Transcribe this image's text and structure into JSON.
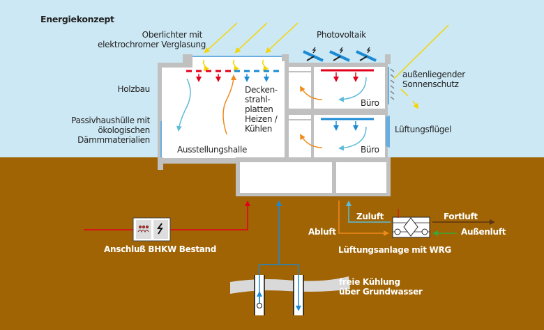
{
  "title": "Energiekonzept",
  "labels": {
    "oberlichter": [
      "Oberlichter mit",
      "elektrochromer Verglasung"
    ],
    "photovoltaik": "Photovoltaik",
    "sonnenschutz": [
      "außenliegender",
      "Sonnenschutz"
    ],
    "holzbau": "Holzbau",
    "passivhaus": [
      "Passivhaushülle mit",
      "ökologischen",
      "Dämmmaterialien"
    ],
    "deckenstrahlplatten": [
      "Decken-",
      "strahl-",
      "platten",
      "Heizen /",
      "Kühlen"
    ],
    "buero_oben": "Büro",
    "buero_unten": "Büro",
    "ausstellungshalle": "Ausstellungshalle",
    "lueftungsfluegel": "Lüftungsflügel",
    "bhkw": "Anschluß BHKW Bestand",
    "zuluft": "Zuluft",
    "abluft": "Abluft",
    "fortluft": "Fortluft",
    "aussenluft": "Außenluft",
    "lueftungsanlage": "Lüftungsanlage mit WRG",
    "kuehlung": [
      "freie Kühlung",
      "über Grundwasser"
    ]
  },
  "icons": {
    "bhkw_left": "chp-unit-icon",
    "bhkw_right": "electricity-bolt-icon",
    "pv": "lightning-bolt-icon",
    "heat_exchanger": "heat-recovery-icon",
    "pump": "pump-icon"
  },
  "colors": {
    "sky": "#cce8f4",
    "ground": "#a06404",
    "wall": "#c0c0c0",
    "sun": "#f5d400",
    "heat": "#e2001a",
    "cool": "#1a8ad4",
    "warm_air": "#f08a1c",
    "cool_air": "#5fbcd8",
    "glass": "#6aaee0",
    "exhaust": "#5a3414",
    "outside_air": "#3aa53a",
    "groundwater": "#d9d9d9"
  }
}
